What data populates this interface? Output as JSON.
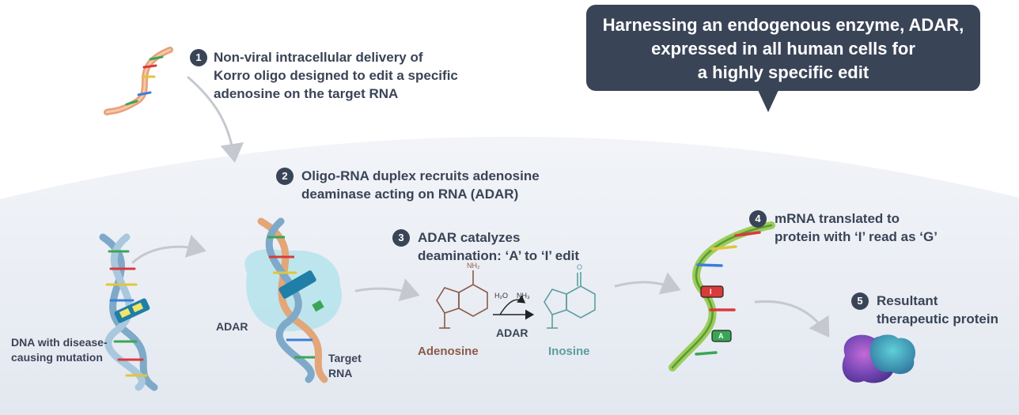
{
  "callout": {
    "lines": [
      "Harnessing an endogenous enzyme, ADAR,",
      "expressed in all human cells for",
      "a highly specific edit"
    ]
  },
  "steps": [
    {
      "number": "1",
      "lines": [
        "Non-viral intracellular delivery of",
        "Korro oligo designed to edit a specific",
        "adenosine on the target RNA"
      ]
    },
    {
      "number": "2",
      "lines": [
        "Oligo-RNA duplex recruits adenosine",
        "deaminase acting on RNA (ADAR)"
      ]
    },
    {
      "number": "3",
      "lines": [
        "ADAR catalyzes",
        "deamination: ‘A’ to ‘I’ edit"
      ]
    },
    {
      "number": "4",
      "lines": [
        "mRNA translated to",
        "protein with ‘I’ read as ‘G’"
      ]
    },
    {
      "number": "5",
      "lines": [
        "Resultant",
        "therapeutic protein"
      ]
    }
  ],
  "labels": {
    "dna": [
      "DNA with disease-",
      "causing mutation"
    ],
    "adar": "ADAR",
    "target_rna": [
      "Target",
      "RNA"
    ],
    "reaction_enzyme": "ADAR",
    "adenosine": "Adenosine",
    "inosine": "Inosine",
    "water": "H₂O",
    "ammonia": "NH₃",
    "amine": "NH₂",
    "oxygen": "O",
    "base_a": "A",
    "base_i": "I"
  },
  "colors": {
    "dark": "#3a4457",
    "adenosine": "#8b5a4a",
    "inosine": "#5b9ea0",
    "cell": "#e9edf4",
    "arrow": "#c5c9cf"
  }
}
